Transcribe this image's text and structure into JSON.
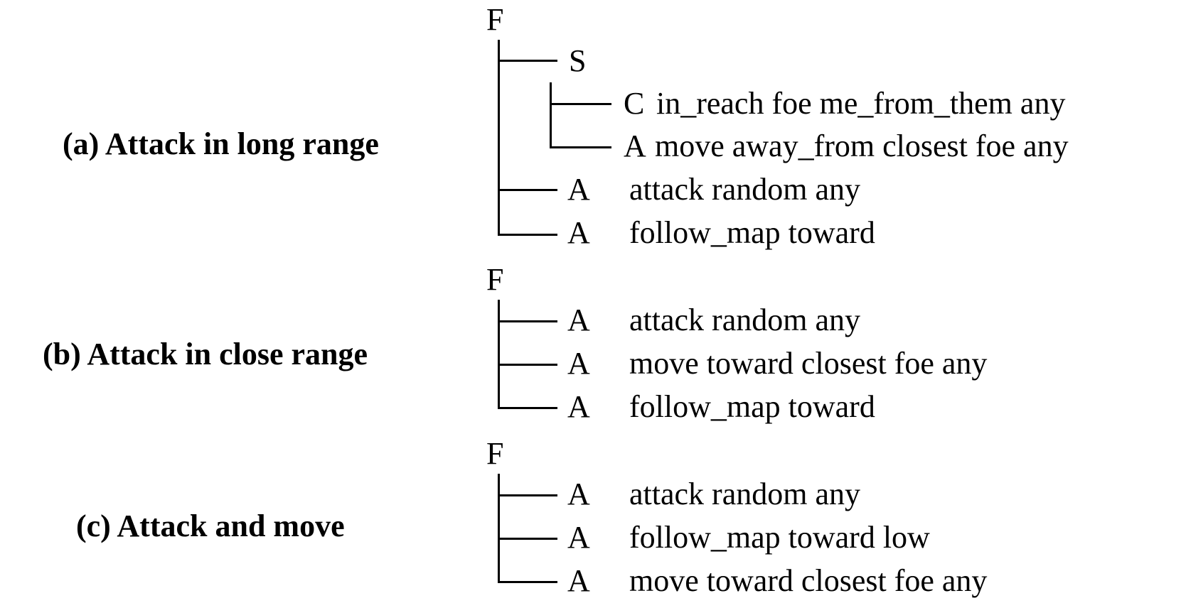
{
  "panels": [
    {
      "label": "(a) Attack in long range",
      "root": "F",
      "nodes": [
        {
          "type": "S",
          "text": ""
        },
        {
          "type": "C",
          "text": "in_reach foe me_from_them any"
        },
        {
          "type": "A",
          "text": "move away_from closest foe any"
        },
        {
          "type": "A",
          "text": "attack random any"
        },
        {
          "type": "A",
          "text": "follow_map toward"
        }
      ]
    },
    {
      "label": "(b) Attack in close range",
      "root": "F",
      "nodes": [
        {
          "type": "A",
          "text": "attack random any"
        },
        {
          "type": "A",
          "text": "move toward closest foe any"
        },
        {
          "type": "A",
          "text": "follow_map toward"
        }
      ]
    },
    {
      "label": "(c) Attack and move",
      "root": "F",
      "nodes": [
        {
          "type": "A",
          "text": "attack random any"
        },
        {
          "type": "A",
          "text": "follow_map toward low"
        },
        {
          "type": "A",
          "text": "move toward closest foe any"
        }
      ]
    }
  ]
}
